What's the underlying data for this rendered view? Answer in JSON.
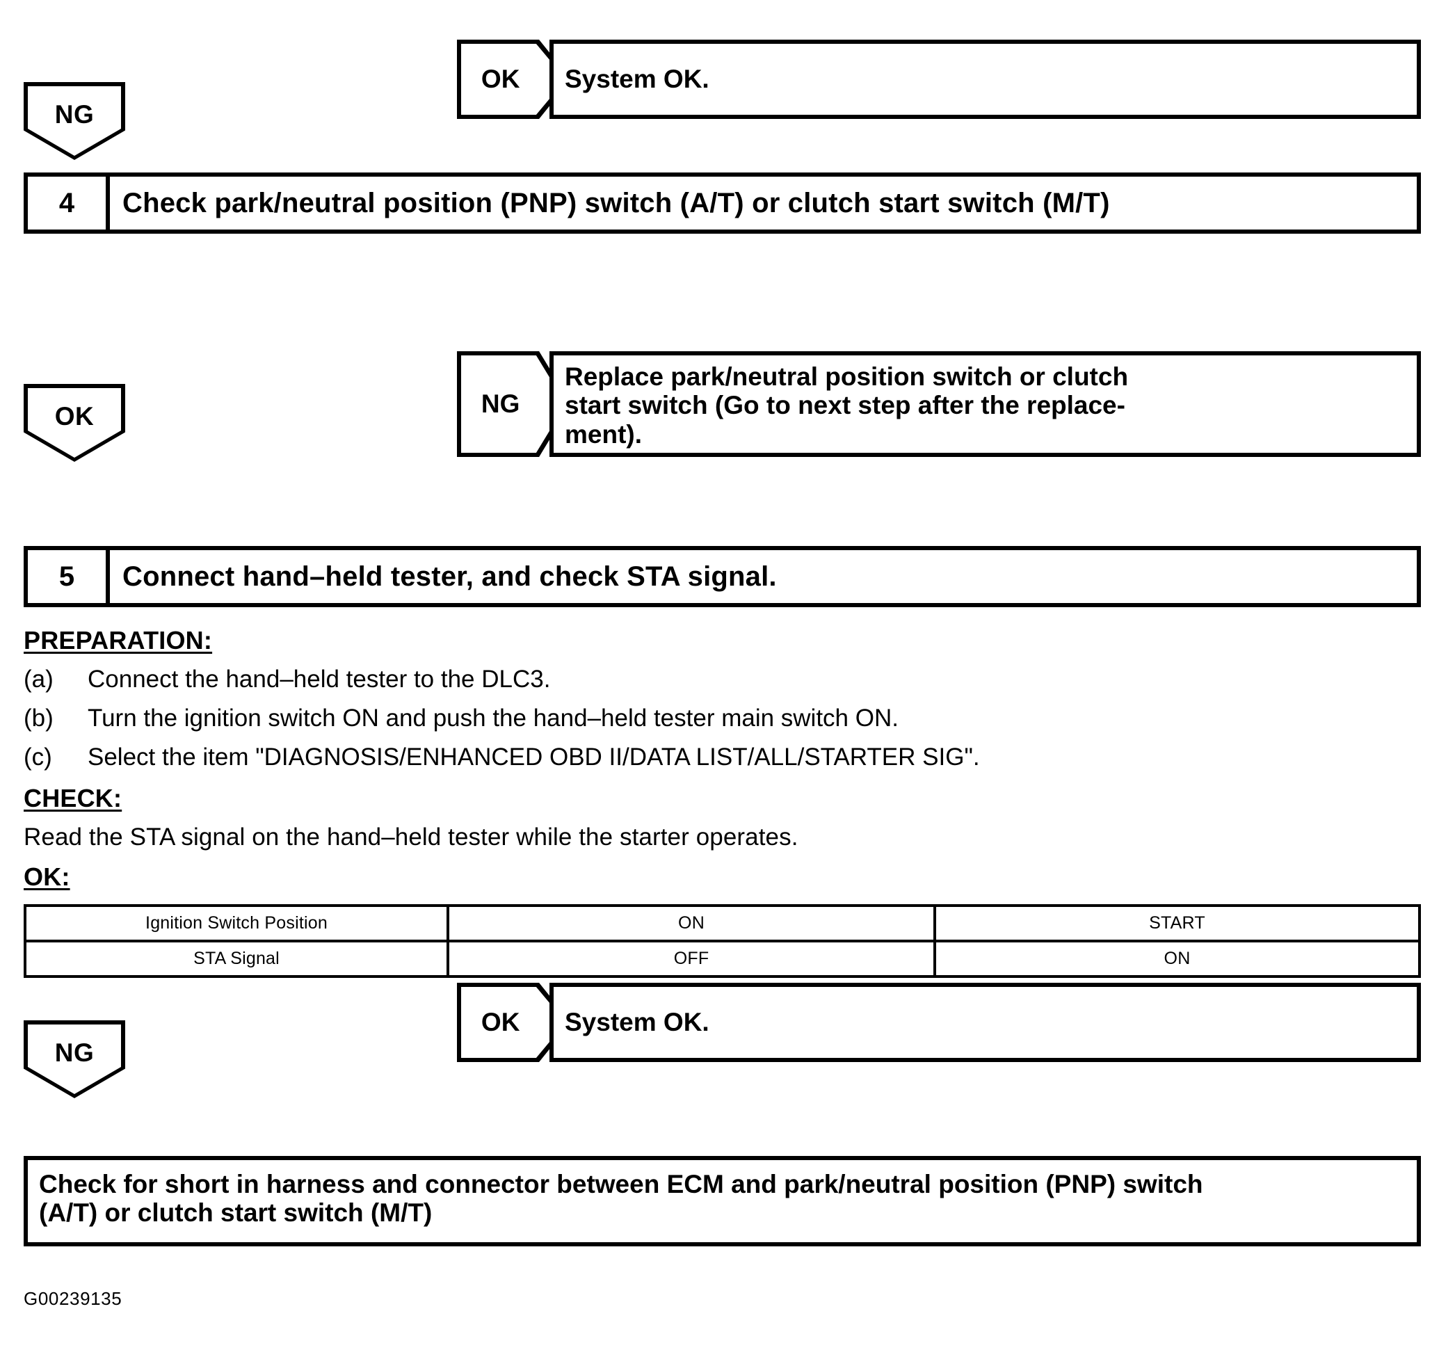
{
  "document": {
    "footer_code": "G00239135"
  },
  "nodes": {
    "ng_connector_top": {
      "label": "NG"
    },
    "ok_result_top": {
      "tag": "OK",
      "text": "System OK."
    },
    "step4": {
      "number": "4",
      "title": "Check park/neutral position (PNP) switch (A/T) or clutch start switch (M/T)"
    },
    "ok_connector_mid": {
      "label": "OK"
    },
    "ng_result_mid": {
      "tag": "NG",
      "line1": "Replace park/neutral position switch or clutch",
      "line2": "start switch (Go to next step after the replace-",
      "line3": "ment)."
    },
    "step5": {
      "number": "5",
      "title": "Connect hand–held tester, and check STA signal."
    },
    "ng_connector_bottom": {
      "label": "NG"
    },
    "ok_result_bottom": {
      "tag": "OK",
      "text": "System OK."
    },
    "final_box": {
      "line1": "Check for short in harness and connector between ECM and park/neutral position (PNP) switch",
      "line2": "(A/T) or clutch start switch (M/T)"
    }
  },
  "procedure": {
    "preparation_heading": "PREPARATION:",
    "preparation_steps": [
      {
        "mark": "(a)",
        "text": "Connect the hand–held tester to the DLC3."
      },
      {
        "mark": "(b)",
        "text": "Turn the ignition switch ON and push the hand–held tester main switch ON."
      },
      {
        "mark": "(c)",
        "text": "Select the item \"DIAGNOSIS/ENHANCED OBD II/DATA LIST/ALL/STARTER SIG\"."
      }
    ],
    "check_heading": "CHECK:",
    "check_text": "Read the STA signal on the hand–held tester while the starter operates.",
    "ok_heading": "OK:"
  },
  "spec_table": {
    "rows": [
      {
        "label": "Ignition Switch Position",
        "col2": "ON",
        "col3": "START"
      },
      {
        "label": "STA Signal",
        "col2": "OFF",
        "col3": "ON"
      }
    ]
  }
}
